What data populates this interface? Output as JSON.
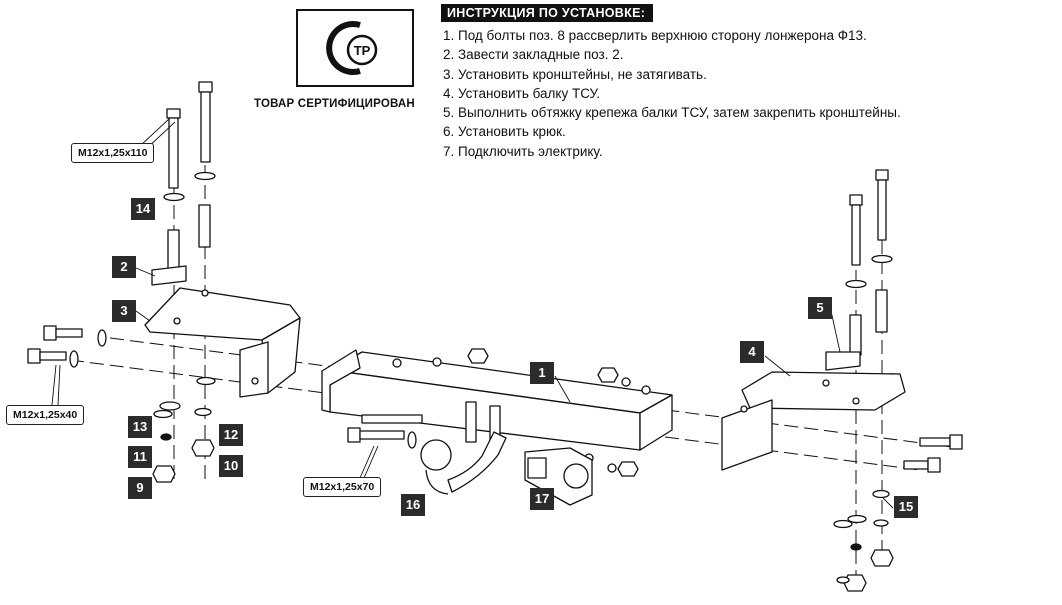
{
  "certification": {
    "logo_letters": "ТР",
    "caption": "ТОВАР СЕРТИФИЦИРОВАН"
  },
  "instructions": {
    "title": "ИНСТРУКЦИЯ ПО УСТАНОВКЕ:",
    "steps": [
      "1. Под болты поз. 8 рассверлить верхнюю сторону лонжерона Ф13.",
      "2. Завести закладные поз. 2.",
      "3. Установить кронштейны, не затягивать.",
      "4. Установить балку ТСУ.",
      "5. Выполнить обтяжку крепежа балки ТСУ, затем закрепить кронштейны.",
      "6. Установить крюк.",
      "7. Подключить электрику."
    ]
  },
  "part_tags": {
    "p1": "1",
    "p2": "2",
    "p3": "3",
    "p4": "4",
    "p5": "5",
    "p9": "9",
    "p10": "10",
    "p11": "11",
    "p12": "12",
    "p13": "13",
    "p14": "14",
    "p15": "15",
    "p16": "16",
    "p17": "17"
  },
  "bolt_callouts": {
    "m110": "M12x1,25x110",
    "m40": "M12x1,25x40",
    "m70": "M12x1,25x70"
  }
}
